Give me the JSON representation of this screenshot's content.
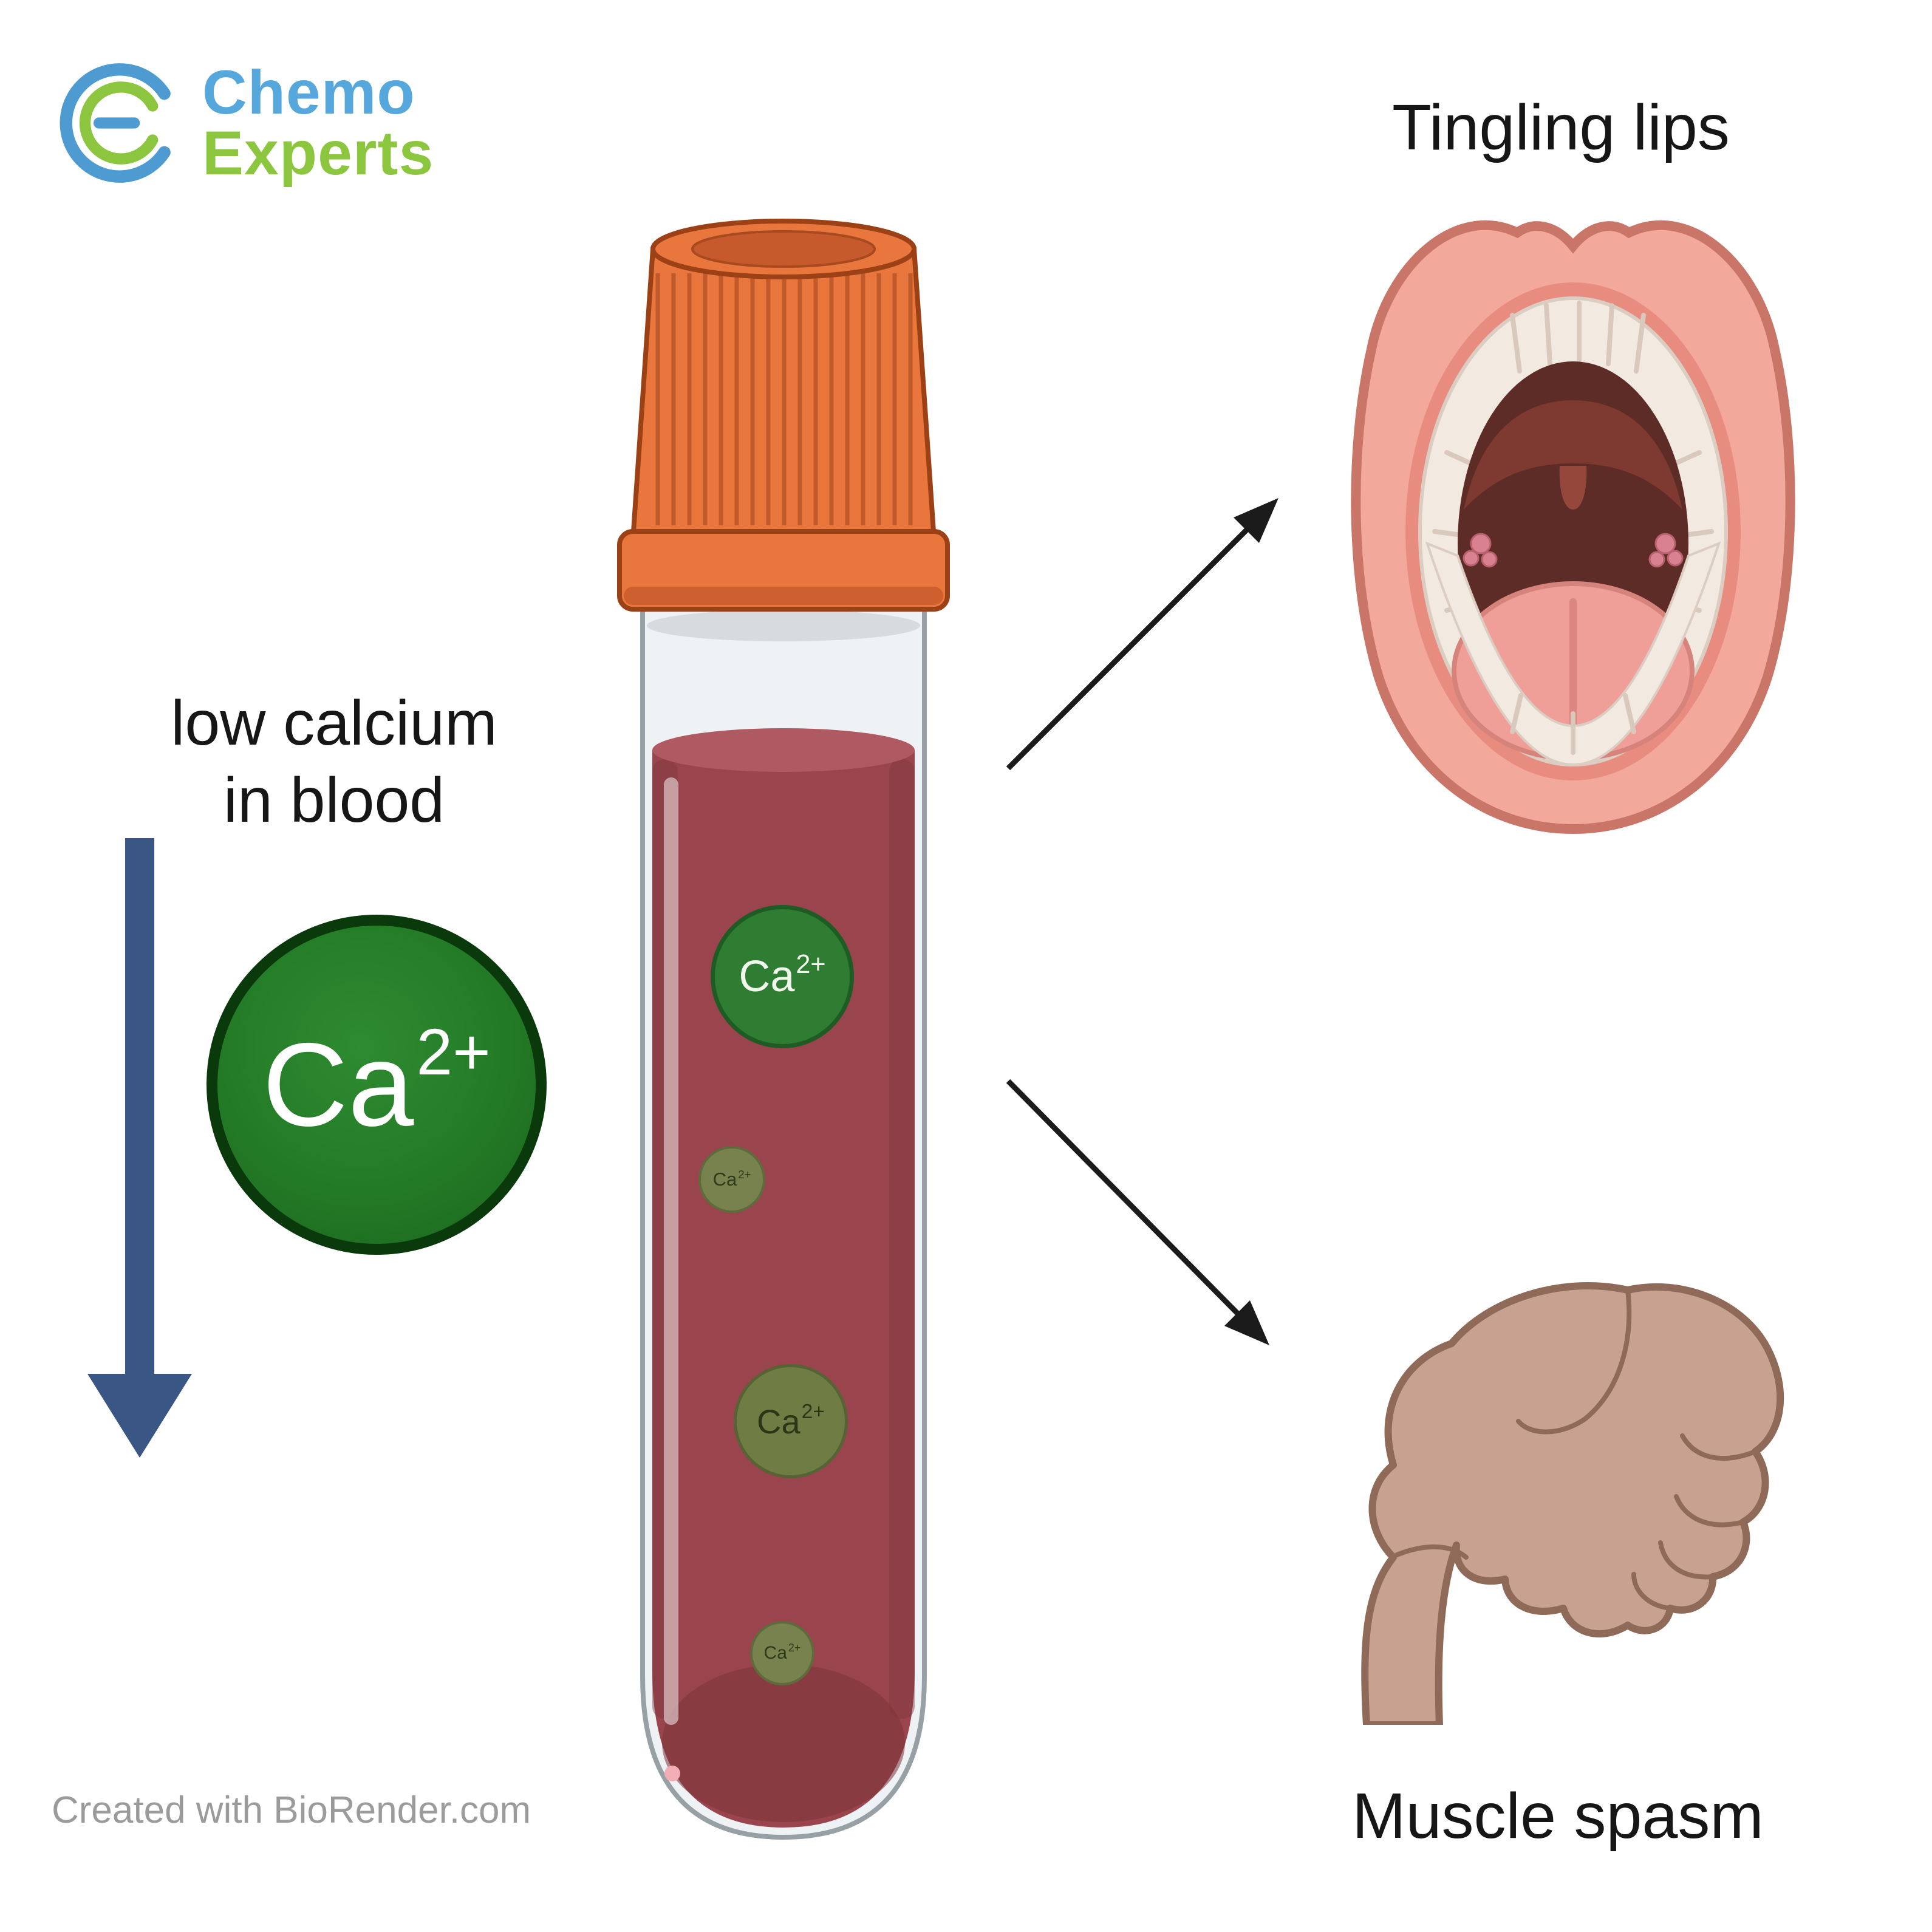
{
  "logo": {
    "brand_top": "Chemo",
    "brand_bottom": "Experts",
    "icon": "chemoexperts-ring-icon",
    "brand_top_color": "#55A7DC",
    "brand_bottom_color": "#8CC63E"
  },
  "left_panel": {
    "caption_line1": "low calcium",
    "caption_line2": "in blood",
    "arrow_icon": "down-arrow",
    "arrow_color": "#3A5684",
    "ion": {
      "symbol": "Ca",
      "charge": "2+",
      "circle_color": "#237A26"
    }
  },
  "tube": {
    "cap_color": "#E9763C",
    "blood_color": "#9A454D",
    "glass_color": "#E7ECEF",
    "ions": [
      {
        "symbol": "Ca",
        "charge": "2+",
        "size": "large",
        "color": "#2F7D33"
      },
      {
        "symbol": "Ca",
        "charge": "2+",
        "size": "small",
        "color": "#77824E"
      },
      {
        "symbol": "Ca",
        "charge": "2+",
        "size": "medium",
        "color": "#6F7D45"
      },
      {
        "symbol": "Ca",
        "charge": "2+",
        "size": "small",
        "color": "#77824E"
      }
    ]
  },
  "symptoms": {
    "tingling_label": "Tingling lips",
    "spasm_label": "Muscle spasm"
  },
  "footer": {
    "credit": "Created with BioRender.com"
  }
}
